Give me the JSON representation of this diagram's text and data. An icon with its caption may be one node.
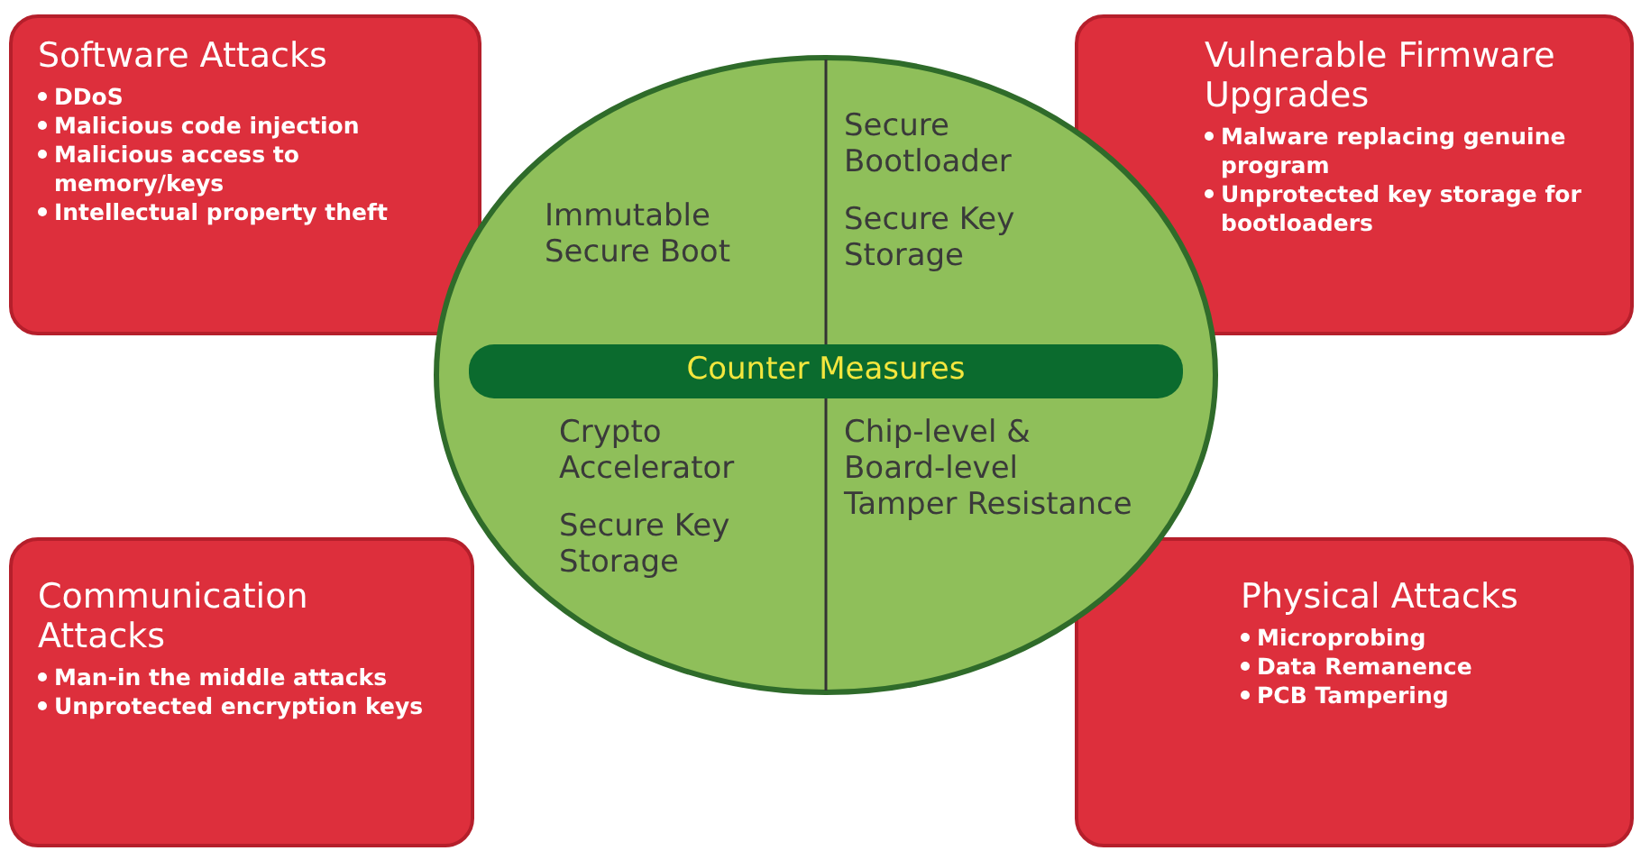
{
  "diagram": {
    "nodes": [
      {
        "text": [
          "Software Attacks",
          "DDoS",
          "Malicious code injection",
          "Malicious access to memory/keys",
          "Intellectual property theft"
        ]
      },
      {
        "text": [
          "Vulnerable Firmware Upgrades",
          "Malware replacing genuine program",
          "Unprotected key storage for bootloaders"
        ]
      },
      {
        "text": [
          "Communication Attacks",
          "Man-in the middle attacks",
          "Unprotected encryption keys"
        ]
      },
      {
        "text": [
          "Physical Attacks",
          "Microprobing",
          "Data Remanence",
          "PCB Tampering"
        ]
      },
      {
        "text": [],
        "shape": "circle"
      },
      {
        "text": [
          "Immutable Secure Boot"
        ],
        "in": 4
      },
      {
        "text": [
          "Secure Bootloader",
          "Secure Key Storage"
        ],
        "in": 4
      },
      {
        "text": [
          "Counter Measures"
        ],
        "in": 4
      },
      {
        "text": [
          "Crypto Accelerator",
          "Secure Key Storage"
        ],
        "in": 4
      },
      {
        "text": [
          "Chip-level & Board-level Tamper Resistance"
        ],
        "in": 4
      }
    ],
    "edges": []
  }
}
